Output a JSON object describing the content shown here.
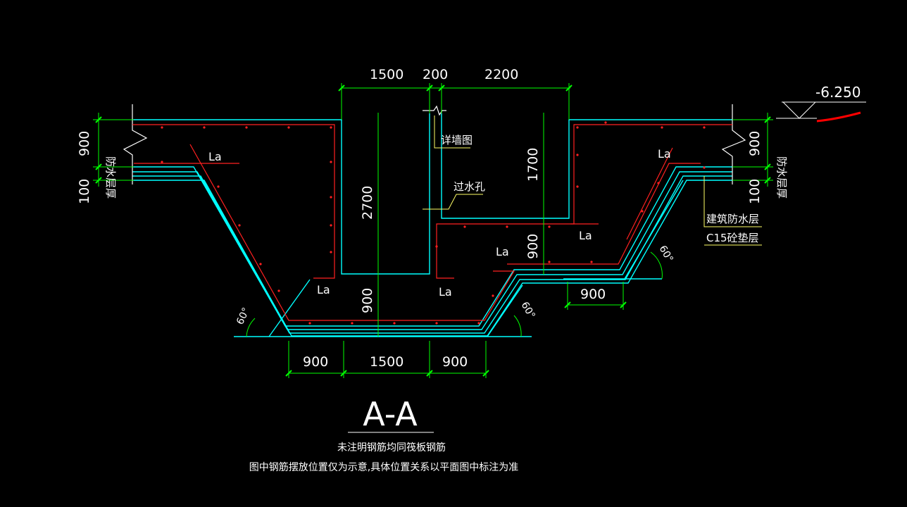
{
  "colors": {
    "background": "#000000",
    "concrete": "#00ffff",
    "rebar": "#ff2020",
    "dimension": "#00ff00",
    "text": "#ffffff",
    "note": "#ffff66",
    "elevation_mark": "#ff0000"
  },
  "dimensions": {
    "top_1500": "1500",
    "top_200": "200",
    "top_2200": "2200",
    "left_900": "900",
    "left_100": "100",
    "right_900": "900",
    "right_100": "100",
    "inner_2700": "2700",
    "inner_900": "900",
    "inner_1700": "1700",
    "inner_900_step": "900",
    "step_900": "900",
    "bottom_900_left": "900",
    "bottom_1500": "1500",
    "bottom_900_right": "900"
  },
  "labels": {
    "la": "La",
    "angle": "60°",
    "waterproof_left": "防水层厚",
    "waterproof_right": "防水层厚",
    "detail_wall": "详墙图",
    "water_hole": "过水孔",
    "building_waterproof": "建筑防水层",
    "c15_cushion": "C15砼垫层",
    "elevation": "-6.250"
  },
  "title": {
    "section": "A-A",
    "note_1": "未注明钢筋均同筏板钢筋",
    "note_2": "图中钢筋摆放位置仅为示意,具体位置关系以平面图中标注为准"
  }
}
